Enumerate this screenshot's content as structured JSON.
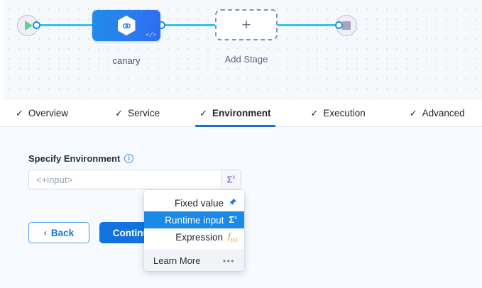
{
  "pipeline": {
    "start_node": {
      "icon": "play-icon",
      "label": ""
    },
    "end_node": {
      "icon": "stop-icon",
      "label": ""
    },
    "stage": {
      "label": "canary",
      "icon": "hexagon-link-icon",
      "badge": "</>"
    },
    "add_stage": {
      "label": "Add Stage",
      "icon": "plus-icon"
    }
  },
  "tabs": [
    {
      "label": "Overview",
      "check": "✓",
      "active": false
    },
    {
      "label": "Service",
      "check": "✓",
      "active": false
    },
    {
      "label": "Environment",
      "check": "✓",
      "active": true
    },
    {
      "label": "Execution",
      "check": "✓",
      "active": false
    },
    {
      "label": "Advanced",
      "check": "✓",
      "active": false
    }
  ],
  "form": {
    "field_label": "Specify Environment",
    "info_icon_char": "i",
    "input_value": "",
    "input_placeholder": "<+input>",
    "sigma_label": "Σ",
    "sigma_sup": "x",
    "back_label": "Back",
    "back_chevron": "‹",
    "continue_label": "Continue"
  },
  "dropdown": {
    "items": [
      {
        "label": "Fixed value",
        "icon": "pin-icon",
        "glyph": "📌",
        "selected": false
      },
      {
        "label": "Runtime input",
        "icon": "sigma-icon",
        "glyph": "Σ",
        "glyph_sup": "x",
        "selected": true
      },
      {
        "label": "Expression",
        "icon": "fx-icon",
        "glyph": "f",
        "glyph_sub": "(x)",
        "selected": false
      }
    ],
    "footer_label": "Learn More",
    "footer_icon": "ellipsis-icon",
    "footer_glyph": "•••"
  },
  "colors": {
    "accent_blue": "#1273e0",
    "wire_blue": "#31c4f3",
    "node_blue": "#2b7cf0",
    "selected_blue": "#1a89e8",
    "sigma_purple": "#8c6fd6",
    "expression_orange": "#f07b22",
    "play_green": "#5fd38d",
    "canvas_bg": "#f6f9fc",
    "form_bg": "#f7fbff"
  }
}
